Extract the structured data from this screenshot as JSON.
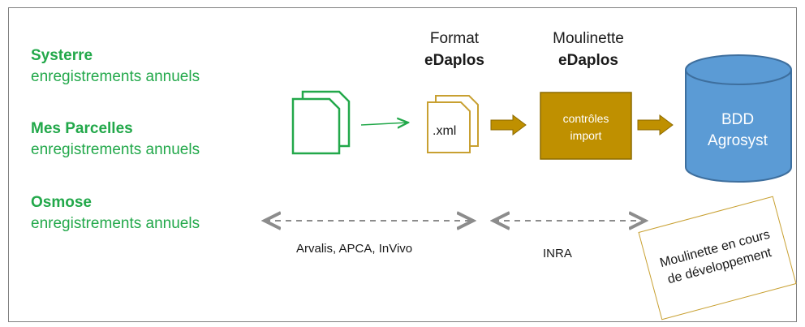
{
  "sources": [
    {
      "name": "Systerre",
      "detail": "enregistrements annuels"
    },
    {
      "name": "Mes Parcelles",
      "detail": "enregistrements annuels"
    },
    {
      "name": "Osmose",
      "detail": "enregistrements annuels"
    }
  ],
  "format_header": {
    "line1": "Format",
    "line2": "eDaplos"
  },
  "moulinette_header": {
    "line1": "Moulinette",
    "line2": "eDaplos"
  },
  "xml_label": ".xml",
  "control_box": {
    "line1": "contrôles",
    "line2": "import"
  },
  "database": {
    "line1": "BDD",
    "line2": "Agrosyst"
  },
  "partners": {
    "left": "Arvalis, APCA, InVivo",
    "right": "INRA"
  },
  "note": "Moulinette en cours de développement",
  "colors": {
    "green": "#22a84a",
    "gold": "#c8a031",
    "box_fill": "#bf9000",
    "db_fill": "#5b9bd5",
    "dashed": "#8c8c8c"
  }
}
